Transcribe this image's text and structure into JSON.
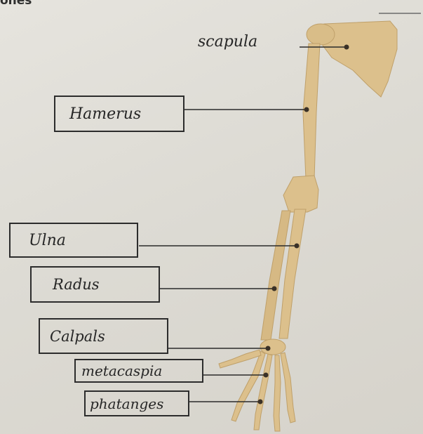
{
  "header_fragment": "ones",
  "labels": {
    "scapula": "scapula",
    "humerus": "Hamerus",
    "ulna": "Ulna",
    "radius": "Radus",
    "carpals": "Calpals",
    "metacarpals": "metacaspia",
    "phalanges": "phatanges"
  },
  "colors": {
    "bone": "#dcc08c",
    "bone_shadow": "#bfa06a",
    "ink": "#2a2a2a",
    "paper": "#e2e0da"
  }
}
